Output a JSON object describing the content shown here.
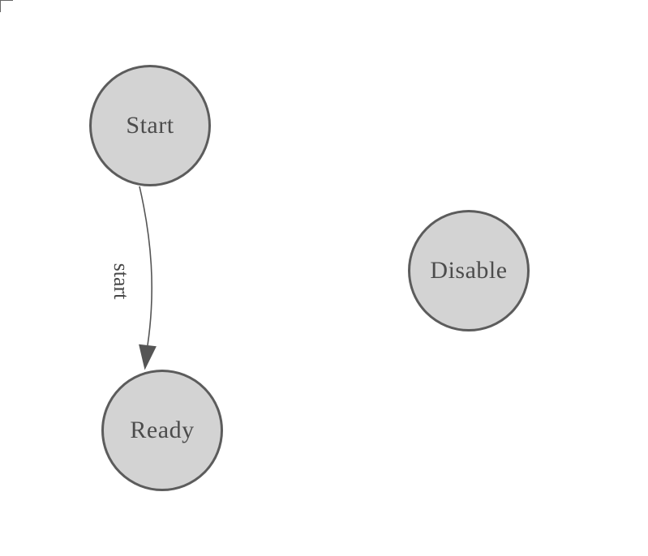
{
  "diagram": {
    "type": "state-diagram",
    "nodes": [
      {
        "id": "start",
        "label": "Start"
      },
      {
        "id": "ready",
        "label": "Ready"
      },
      {
        "id": "disable",
        "label": "Disable"
      }
    ],
    "edges": [
      {
        "id": "start-to-ready",
        "source": "Start",
        "target": "Ready",
        "label": "start"
      }
    ],
    "colors": {
      "background": "#ffffff",
      "node_fill": "#d3d3d3",
      "node_stroke": "#5c5c5c",
      "node_text": "#4c4c4c",
      "edge_stroke": "#555555",
      "arrowhead_fill": "#555555",
      "edge_label_text": "#464646",
      "corner_mark": "#666666"
    }
  }
}
